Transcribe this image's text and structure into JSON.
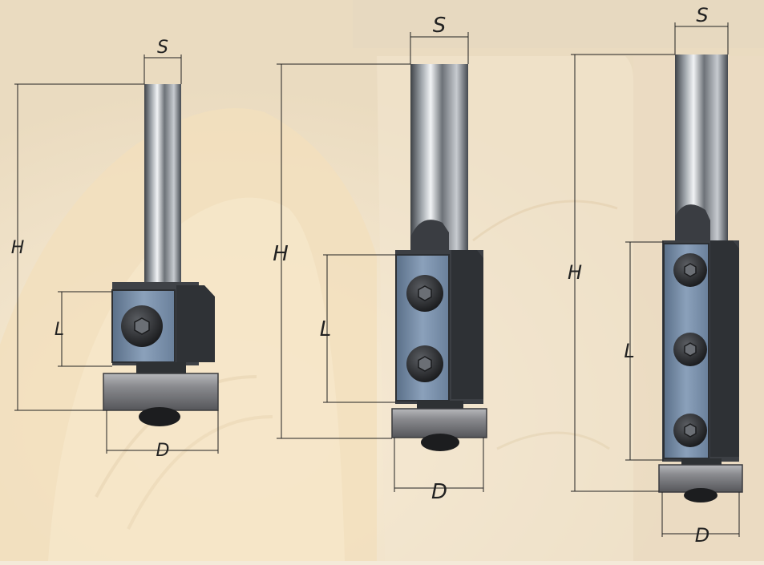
{
  "labels": {
    "shank_diameter": "S",
    "total_height": "H",
    "cutting_length": "L",
    "cutting_diameter": "D"
  },
  "tools": [
    {
      "name": "short bearing-guided router bit",
      "bolt_count": 1
    },
    {
      "name": "medium bearing-guided router bit",
      "bolt_count": 2
    },
    {
      "name": "long bearing-guided router bit",
      "bolt_count": 3
    }
  ],
  "colors": {
    "background_wood": "#efe2cb",
    "shank_steel": "#8d9297",
    "insert_blue": "#6f87a4",
    "body_dark": "#3c3f44",
    "bearing": "#7a7b7f",
    "dimension_line": "#222222"
  }
}
